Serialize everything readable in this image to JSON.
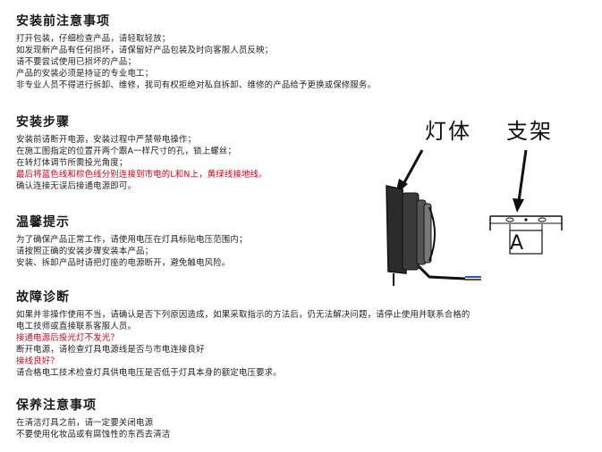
{
  "sections": [
    {
      "title": "安装前注意事项",
      "lines": [
        {
          "text": "打开包装，仔细检查产品，请轻取轻放；",
          "red": false
        },
        {
          "text": "如发现新产品有任何损坏，请保留好产品包装及时向客服人员反映；",
          "red": false
        },
        {
          "text": "请不要尝试使用已损坏的产品；",
          "red": false
        },
        {
          "text": "产品的安装必须是持证的专业电工；",
          "red": false
        },
        {
          "text": "非专业人员不得进行拆卸、维修，我司有权拒绝对私自拆卸、维修的产品给予更换或保修服务。",
          "red": false
        }
      ]
    },
    {
      "title": "安装步骤",
      "lines": [
        {
          "text": "安装前请断开电源，安装过程中严禁带电操作；",
          "red": false
        },
        {
          "text": "在施工图指定的位置开两个跟A一样尺寸的孔，锁上螺丝；",
          "red": false
        },
        {
          "text": "在转灯体调节所需投光角度；",
          "red": false
        },
        {
          "text": "最后将蓝色线和棕色线分别连接到市电的L和N上，黄绿线接地线。",
          "red": true
        },
        {
          "text": "确认连接无误后接通电源即可。",
          "red": false
        }
      ]
    },
    {
      "title": "温馨提示",
      "lines": [
        {
          "text": "为了确保产品正常工作，请使用电压在灯具标贴电压范围内；",
          "red": false
        },
        {
          "text": "请按照正确的安装步骤安装本产品；",
          "red": false
        },
        {
          "text": "安装、拆卸产品时请把灯座的电源断开，避免触电风险。",
          "red": false
        }
      ]
    },
    {
      "title": "故障诊断",
      "lines": [
        {
          "text": "如果并非操作使用不当，请确认是否下列原因造成，如果采取指示的方法后，仍无法解决问题，请停止使用并联系合格的",
          "red": false
        },
        {
          "text": "电工技师或直接联系客服人员。",
          "red": false
        },
        {
          "text": "接通电源后投光灯不发光？",
          "red": true
        },
        {
          "text": "断开电源，请检查灯具电源线是否与市电连接良好",
          "red": false
        },
        {
          "text": "接线良好？",
          "red": true
        },
        {
          "text": "请合格电工技术检查灯具供电电压是否低于灯具本身的额定电压要求。",
          "red": false
        }
      ]
    },
    {
      "title": "保养注意事项",
      "lines": [
        {
          "text": "在清洁灯具之前，请一定要关闭电源",
          "red": false
        },
        {
          "text": "不要使用化妆品或有腐蚀性的东西去清洁",
          "red": false
        }
      ]
    }
  ],
  "diagram": {
    "lamp_label": "灯体",
    "bracket_label": "支架",
    "hole_label": "A"
  },
  "colors": {
    "text": "#222222",
    "warning": "#d0021b",
    "wire_blue": "#1f5bd8",
    "wire_brown": "#7a4a2a"
  }
}
